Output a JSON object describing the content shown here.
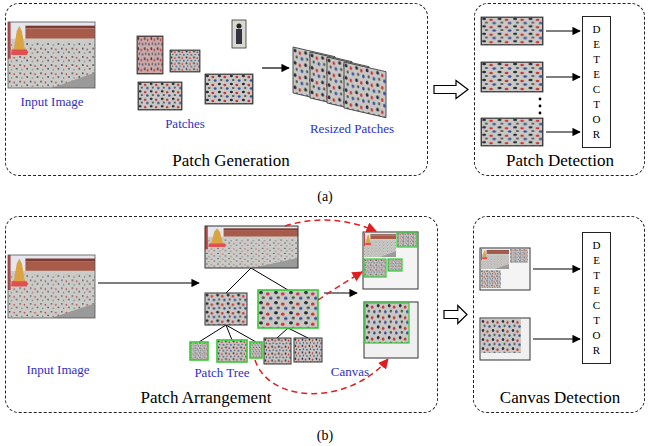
{
  "diagram": {
    "nodes": [
      {
        "text": [
          "Patch Generation"
        ]
      },
      {
        "text": [
          "Patch Detection"
        ]
      },
      {
        "text": [
          "DETECTOR"
        ],
        "in": 1
      },
      {
        "text": [
          "Patch Arrangement"
        ]
      },
      {
        "text": [
          "Canvas Detection"
        ]
      },
      {
        "text": [
          "DETECTOR"
        ],
        "in": 4
      }
    ],
    "edges": [
      {
        "from": 0,
        "to": 1,
        "arrow": "to"
      },
      {
        "from": 3,
        "to": 4,
        "arrow": "to"
      }
    ],
    "labels": [
      "Input Image",
      "Patches",
      "Resized Patches",
      "(a)",
      "Input Image",
      "Patch Tree",
      "Canvas",
      "(b)"
    ]
  }
}
